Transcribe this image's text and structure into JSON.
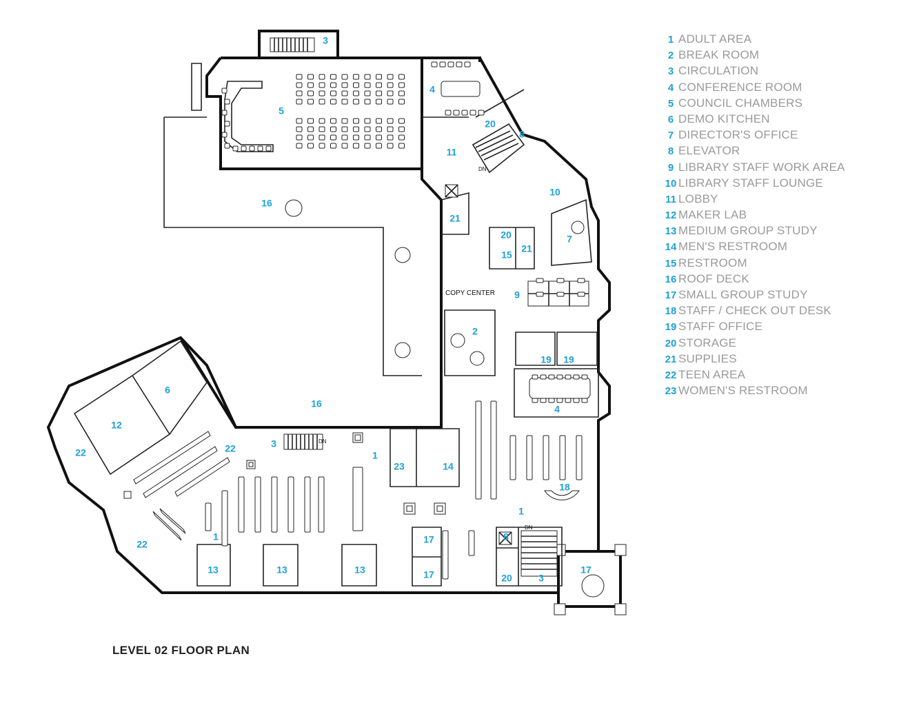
{
  "title": "LEVEL 02 FLOOR PLAN",
  "colors": {
    "accent": "#1da1d8",
    "legend_text": "#9a9a9a",
    "walls": "#111111"
  },
  "legend": [
    {
      "num": "1",
      "label": "ADULT AREA"
    },
    {
      "num": "2",
      "label": "BREAK ROOM"
    },
    {
      "num": "3",
      "label": "CIRCULATION"
    },
    {
      "num": "4",
      "label": "CONFERENCE ROOM"
    },
    {
      "num": "5",
      "label": "COUNCIL CHAMBERS"
    },
    {
      "num": "6",
      "label": "DEMO KITCHEN"
    },
    {
      "num": "7",
      "label": "DIRECTOR'S OFFICE"
    },
    {
      "num": "8",
      "label": "ELEVATOR"
    },
    {
      "num": "9",
      "label": "LIBRARY STAFF WORK AREA"
    },
    {
      "num": "10",
      "label": "LIBRARY STAFF LOUNGE"
    },
    {
      "num": "11",
      "label": "LOBBY"
    },
    {
      "num": "12",
      "label": "MAKER LAB"
    },
    {
      "num": "13",
      "label": "MEDIUM GROUP STUDY"
    },
    {
      "num": "14",
      "label": "MEN'S RESTROOM"
    },
    {
      "num": "15",
      "label": "RESTROOM"
    },
    {
      "num": "16",
      "label": "ROOF DECK"
    },
    {
      "num": "17",
      "label": "SMALL GROUP STUDY"
    },
    {
      "num": "18",
      "label": "STAFF / CHECK OUT DESK"
    },
    {
      "num": "19",
      "label": "STAFF OFFICE"
    },
    {
      "num": "20",
      "label": "STORAGE"
    },
    {
      "num": "21",
      "label": "SUPPLIES"
    },
    {
      "num": "22",
      "label": "TEEN AREA"
    },
    {
      "num": "23",
      "label": "WOMEN'S RESTROOM"
    }
  ],
  "plan_labels": {
    "copy_center": "COPY CENTER",
    "stair_down": "DN",
    "room_numbers": [
      "3",
      "4",
      "5",
      "20",
      "8",
      "11",
      "10",
      "16",
      "21",
      "20",
      "21",
      "15",
      "7",
      "9",
      "2",
      "19",
      "19",
      "6",
      "12",
      "16",
      "4",
      "22",
      "3",
      "22",
      "1",
      "23",
      "14",
      "18",
      "1",
      "1",
      "22",
      "17",
      "13",
      "13",
      "13",
      "17",
      "20",
      "3",
      "17",
      "8"
    ]
  }
}
